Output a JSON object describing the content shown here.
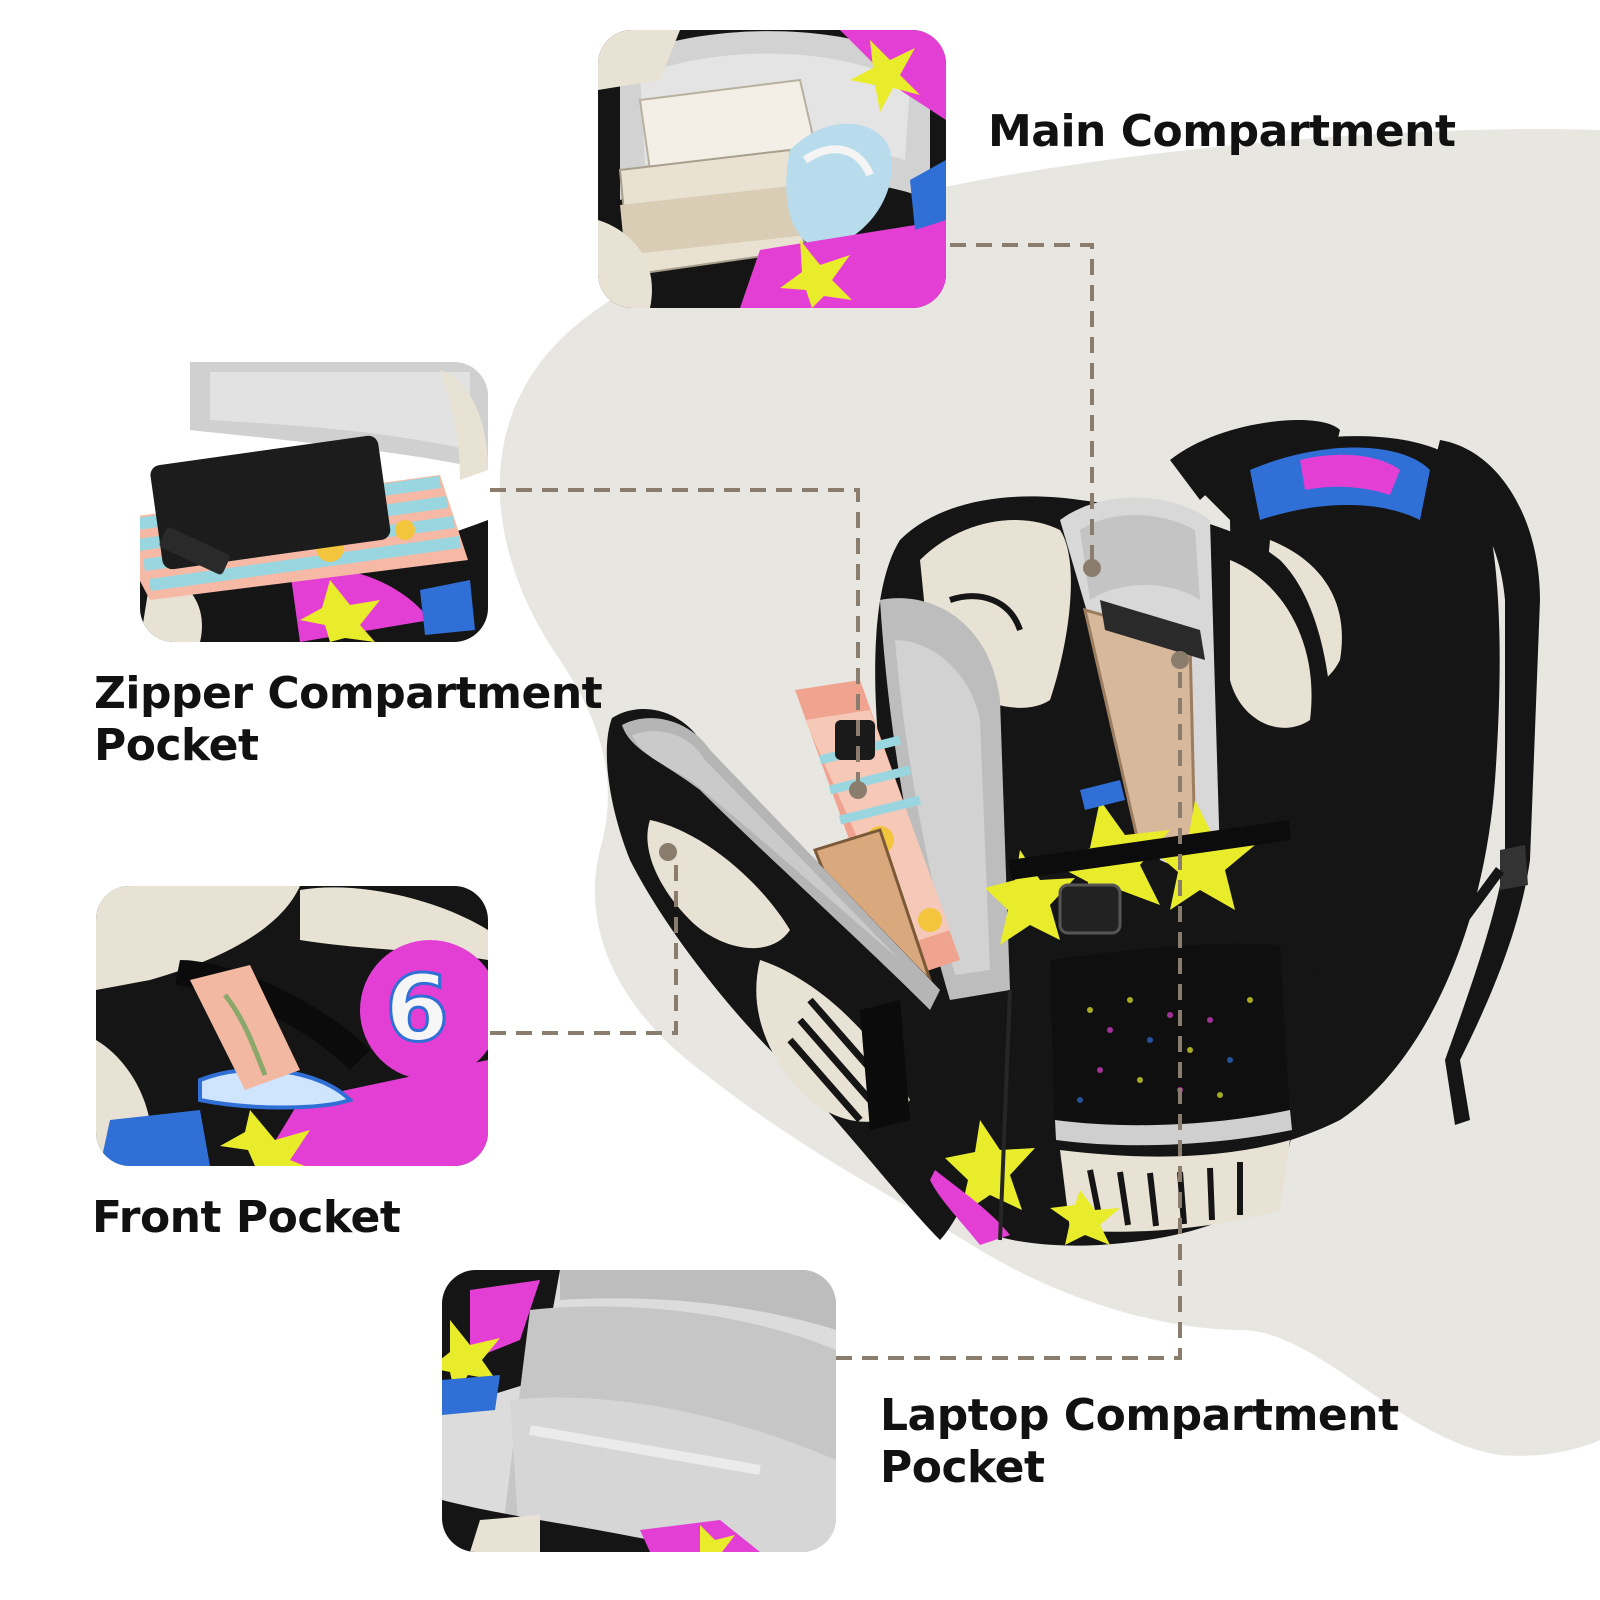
{
  "labels": {
    "main_compartment": "Main Compartment",
    "zipper_line1": "Zipper Compartment",
    "zipper_line2": "Pocket",
    "front_pocket": "Front Pocket",
    "laptop_line1": "Laptop Compartment",
    "laptop_line2": "Pocket"
  },
  "colors": {
    "background": "#ffffff",
    "backdrop_shape": "#e8e6e0",
    "leader_line": "#8a7d6e",
    "pattern_black": "#141414",
    "pattern_magenta": "#e43fd4",
    "pattern_yellow": "#e9ec2b",
    "pattern_blue": "#2f6fd6",
    "pattern_cream": "#e7e2d3",
    "lining_grey": "#c9c9c9"
  },
  "icons": {
    "inset_images": [
      "main-compartment-photo",
      "zipper-pocket-photo",
      "front-pocket-photo",
      "laptop-pocket-photo"
    ],
    "hero_image": "backpack-illustration"
  }
}
